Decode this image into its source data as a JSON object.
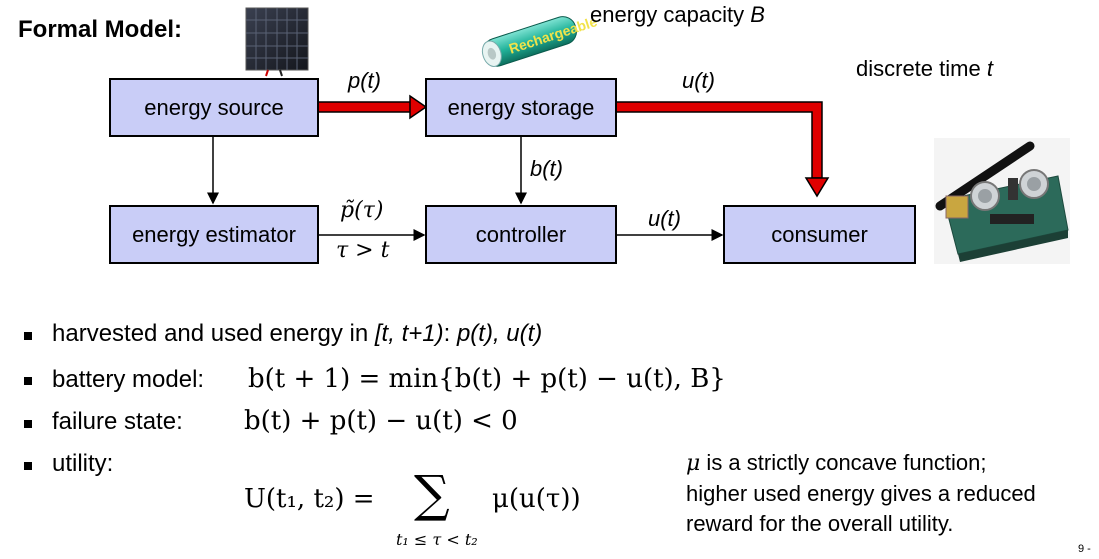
{
  "title": "Formal Model:",
  "diagram": {
    "boxes": {
      "source": "energy source",
      "storage": "energy storage",
      "estimator": "energy estimator",
      "controller": "controller",
      "consumer": "consumer"
    },
    "labels": {
      "p": "p(t)",
      "u_top": "u(t)",
      "b": "b(t)",
      "u_mid": "u(t)",
      "ptilde": "p̃(τ)",
      "tau": "τ > t",
      "capacity_prefix": "energy capacity ",
      "capacity_var": "B",
      "time_prefix": "discrete time ",
      "time_var": "t"
    },
    "images": {
      "solar_panel": "solar-panel",
      "battery": "Rechargeable",
      "board": "sensor-board"
    }
  },
  "bullets": [
    {
      "label": "harvested and used energy in ",
      "interval": "[t, t+1)",
      "sep": ": ",
      "vars": "p(t), u(t)"
    },
    {
      "label": "battery model:",
      "formula": "b(t + 1) = min{b(t) + p(t) − u(t), B}"
    },
    {
      "label": "failure state:",
      "formula": "b(t) + p(t) − u(t) < 0"
    },
    {
      "label": "utility:",
      "formula_lhs": "U(t₁, t₂) = ",
      "formula_sum": "∑",
      "formula_rhs": "μ(u(τ))",
      "formula_sub": "t₁ ≤ τ < t₂"
    }
  ],
  "note": {
    "mu": "μ",
    "line1": " is a strictly concave function;",
    "line2": "higher used energy gives a reduced",
    "line3": "reward for the overall utility."
  },
  "page_number": "9 -"
}
